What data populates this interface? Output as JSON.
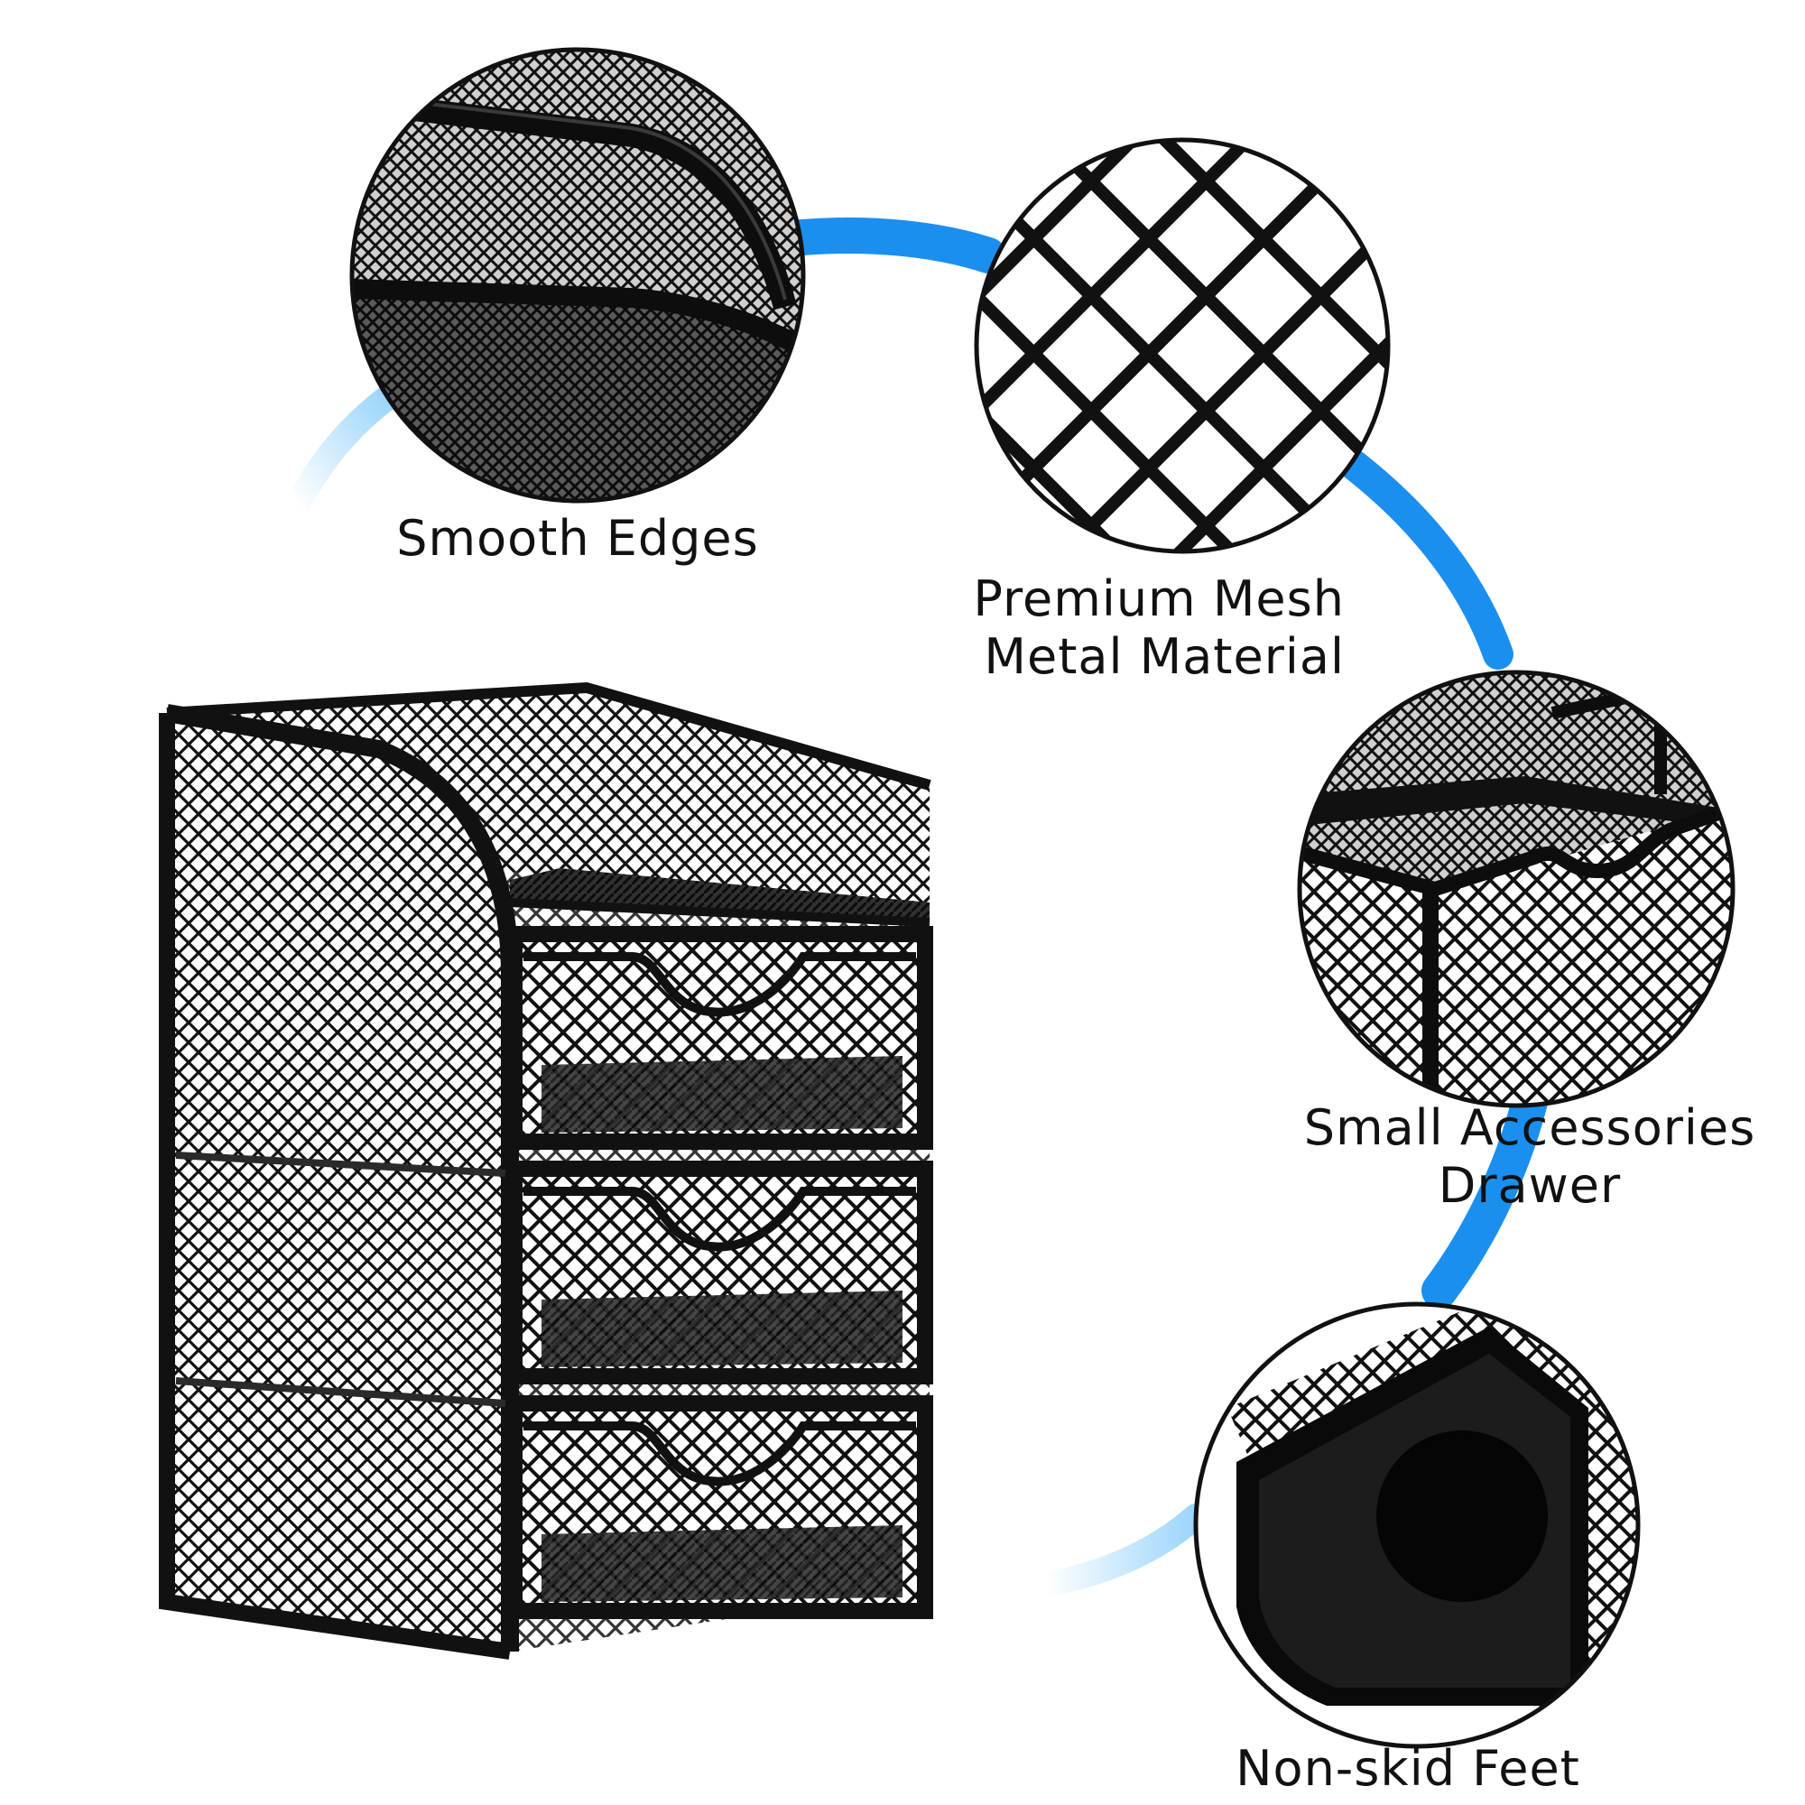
{
  "features": {
    "smooth_edges": {
      "label": "Smooth Edges",
      "icon": "smooth-edge-detail"
    },
    "premium_mesh": {
      "line1": "Premium Mesh",
      "line2": "Metal Material",
      "icon": "mesh-detail"
    },
    "drawer": {
      "line1": "Small Accessories",
      "line2": "Drawer",
      "icon": "drawer-detail"
    },
    "feet": {
      "label": "Non-skid Feet",
      "icon": "foot-pad-detail"
    }
  },
  "product": {
    "drawer_count": 3,
    "color": "#111111"
  },
  "colors": {
    "background": "#ffffff",
    "accent": "#1a8ff0",
    "product": "#111111",
    "text": "#111111"
  }
}
